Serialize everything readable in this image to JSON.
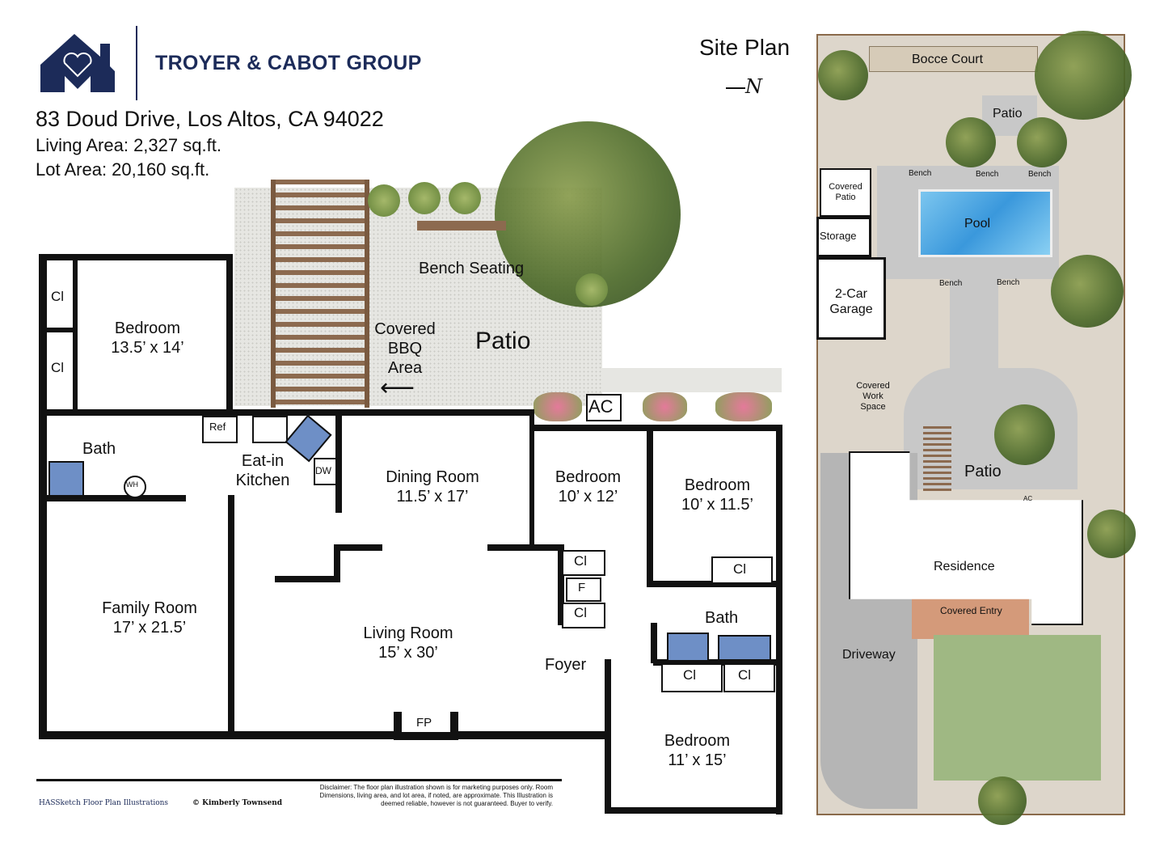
{
  "brand": {
    "name": "TROYER & CABOT GROUP",
    "color": "#1c2b59"
  },
  "property": {
    "address": "83 Doud Drive, Los Altos, CA 94022",
    "living_area": "Living Area: 2,327 sq.ft.",
    "lot_area": "Lot Area: 20,160 sq.ft."
  },
  "floor_plan": {
    "rooms": {
      "bedroom_nw": {
        "name": "Bedroom",
        "size": "13.5’ x 14’"
      },
      "bath_w": {
        "name": "Bath"
      },
      "eat_in_kitchen": {
        "name": "Eat-in\nKitchen"
      },
      "dining_room": {
        "name": "Dining Room",
        "size": "11.5’ x 17’"
      },
      "bedroom_ne1": {
        "name": "Bedroom",
        "size": "10’ x 12’"
      },
      "bedroom_ne2": {
        "name": "Bedroom",
        "size": "10’ x 11.5’"
      },
      "family_room": {
        "name": "Family Room",
        "size": "17’ x 21.5’"
      },
      "living_room": {
        "name": "Living Room",
        "size": "15’ x 30’"
      },
      "bath_e": {
        "name": "Bath"
      },
      "foyer": {
        "name": "Foyer"
      },
      "bedroom_se": {
        "name": "Bedroom",
        "size": "11’ x 15’"
      }
    },
    "labels": {
      "closet": "Cl",
      "ref": "Ref",
      "dw": "DW",
      "wh": "WH",
      "f": "F",
      "fp": "FP",
      "ac": "AC",
      "bench_seating": "Bench Seating",
      "covered_bbq": "Covered\nBBQ\nArea",
      "patio": "Patio"
    },
    "wall_color": "#111111",
    "tub_color": "#6e8fc6"
  },
  "site_plan": {
    "title": "Site Plan",
    "north": "N",
    "labels": {
      "bocce": "Bocce Court",
      "patio_top": "Patio",
      "bench": "Bench",
      "covered_patio": "Covered\nPatio",
      "pool": "Pool",
      "storage": "Storage",
      "garage": "2-Car\nGarage",
      "covered_work": "Covered\nWork\nSpace",
      "patio_mid": "Patio",
      "ac": "AC",
      "residence": "Residence",
      "covered_entry": "Covered Entry",
      "driveway": "Driveway"
    },
    "colors": {
      "ground": "#ddd6cb",
      "pool": "#4aa3e0",
      "lawn": "#9fb883",
      "paving": "#c8c8c8",
      "entry": "#d49a7a"
    }
  },
  "footer": {
    "logo_text": "HASSketch Floor Plan Illustrations",
    "credit": "© Kimberly Townsend",
    "disclaimer": "Disclaimer: The floor plan illustration shown is for marketing purposes only. Room Dimensions, living area, and lot area, if noted, are approximate. This Illustration is deemed reliable, however is not guaranteed. Buyer to verify."
  }
}
